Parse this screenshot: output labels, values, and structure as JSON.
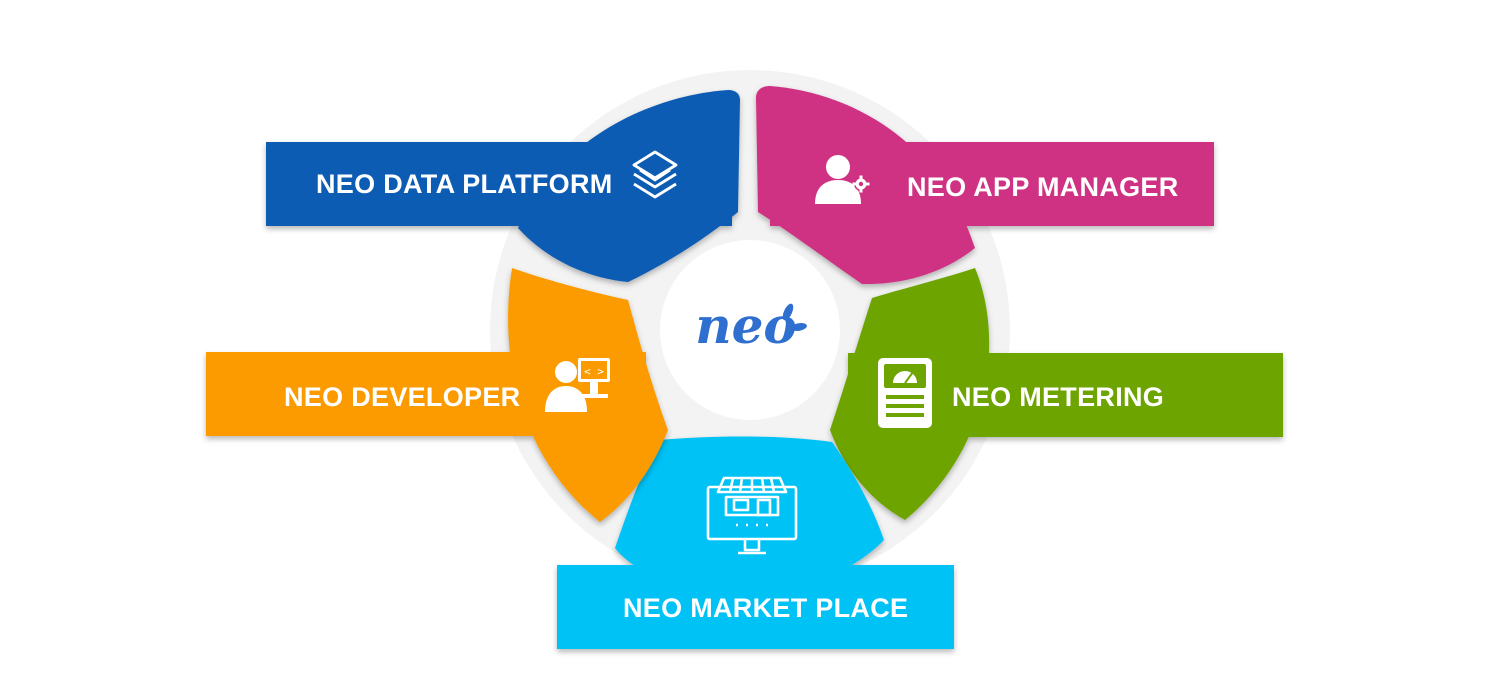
{
  "diagram": {
    "center_logo": "neo",
    "colors": {
      "blue": "#115bb4",
      "magenta": "#cf3183",
      "green": "#6ea400",
      "cyan": "#00c2f5",
      "orange": "#fb9b00",
      "ring": "#f3f3f3",
      "logo": "#2f6fcf"
    },
    "segments": [
      {
        "id": "data-platform",
        "label": "NEO DATA PLATFORM",
        "icon": "layers-icon"
      },
      {
        "id": "app-manager",
        "label": "NEO APP MANAGER",
        "icon": "user-gear-icon"
      },
      {
        "id": "metering",
        "label": "NEO METERING",
        "icon": "meter-icon"
      },
      {
        "id": "market-place",
        "label": "NEO MARKET PLACE",
        "icon": "storefront-monitor-icon"
      },
      {
        "id": "developer",
        "label": "NEO DEVELOPER",
        "icon": "developer-icon"
      }
    ]
  }
}
